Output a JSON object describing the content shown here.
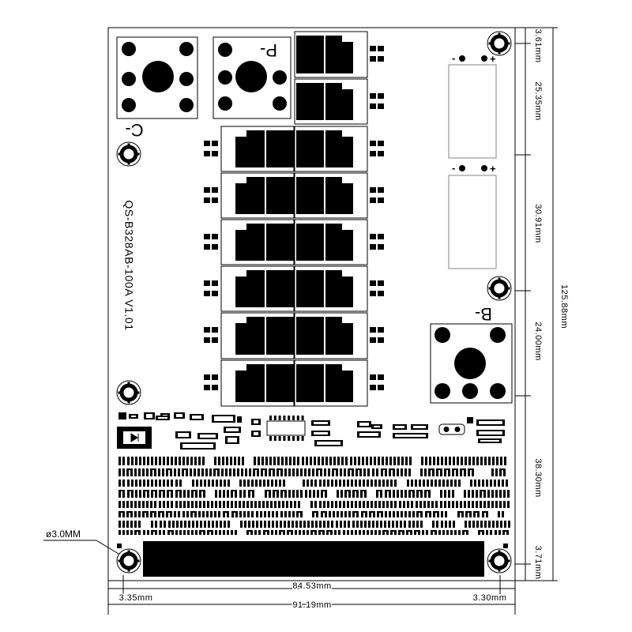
{
  "board": {
    "label": "QS-B328AB-100A V1.01"
  },
  "pads": {
    "c_minus": "C-",
    "p_minus": "P-",
    "b_minus": "B-"
  },
  "connectors": [
    {
      "minus": "-",
      "plus": "+"
    },
    {
      "minus": "-",
      "plus": "+"
    }
  ],
  "dimensions": {
    "right": [
      "3.61mm",
      "25.35mm",
      "30.91mm",
      "24.00mm",
      "38.30mm",
      "3.71mm"
    ],
    "height_total": "125.88mm",
    "bottom": {
      "left_margin": "3.35mm",
      "hole_spacing": "84.53mm",
      "right_margin": "3.30mm"
    },
    "width_total": "91.19mm",
    "hole_diameter": "ø3.0MM"
  },
  "colors": {
    "ink": "#000000",
    "outline": "#666666",
    "background": "#ffffff"
  }
}
